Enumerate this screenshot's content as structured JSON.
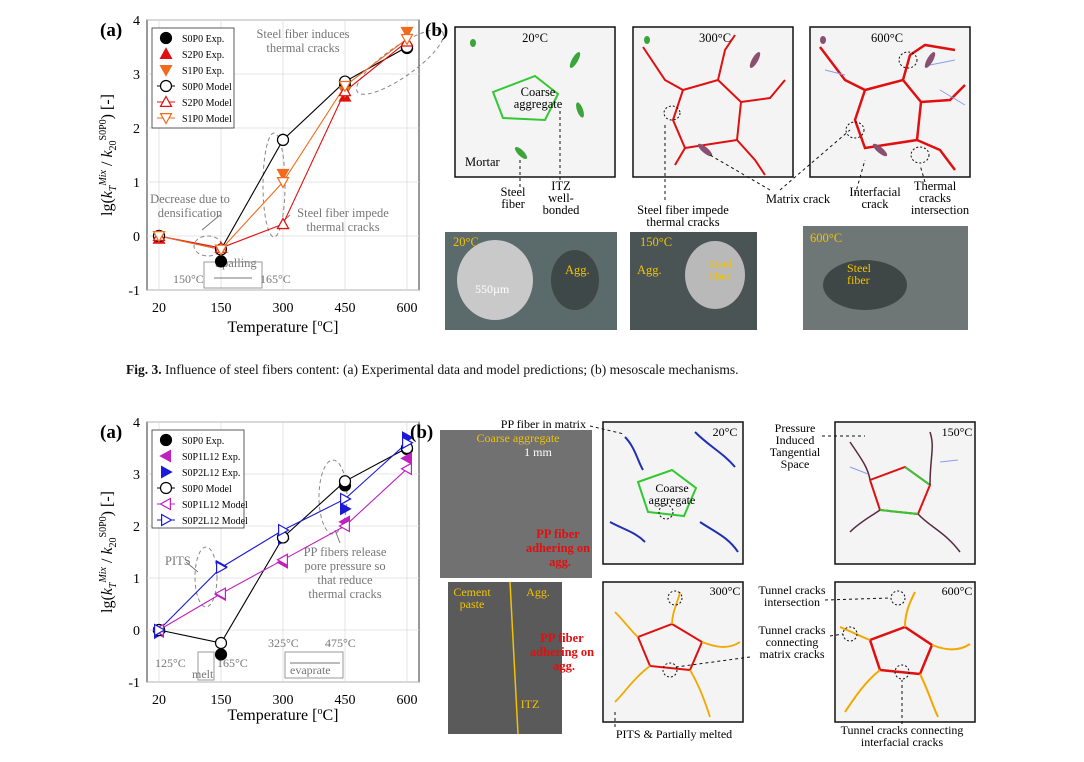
{
  "figure3": {
    "panel_a_label": "(a)",
    "panel_b_label": "(b)",
    "caption_label": "Fig. 3.",
    "caption_text": "Influence of steel fibers content: (a) Experimental data and model predictions; (b) mesoscale mechanisms.",
    "legend": [
      "S0P0 Exp.",
      "S2P0 Exp.",
      "S1P0 Exp.",
      "S0P0 Model",
      "S2P0 Model",
      "S1P0 Model"
    ],
    "annotations": {
      "induces": [
        "Steel fiber induces",
        "thermal cracks"
      ],
      "decrease": [
        "Decrease due to",
        "densification"
      ],
      "impede": [
        "Steel fiber impede",
        "thermal cracks"
      ],
      "spalling": "Spalling",
      "t150": "150°C",
      "t165": "165°C"
    },
    "ylabel": "lg(k_T^Mix / k_20^S0P0) [-]",
    "xlabel": "Temperature [°C]",
    "panel_b": {
      "temps": [
        "20°C",
        "300°C",
        "600°C"
      ],
      "coarse": [
        "Coarse",
        "aggregate"
      ],
      "mortar": "Mortar",
      "steel_fiber": [
        "Steel",
        "fiber"
      ],
      "itz": [
        "ITZ",
        "well-",
        "bonded"
      ],
      "impede": [
        "Steel fiber impede",
        "thermal cracks"
      ],
      "matrix_crack": "Matrix crack",
      "interfacial": [
        "Interfacial",
        "crack"
      ],
      "thermal": [
        "Thermal",
        "cracks",
        "intersection"
      ],
      "photo_labels": [
        "20°C",
        "550µm",
        "Agg.",
        "150°C",
        "Agg.",
        "Steel",
        "fiber",
        "600°C",
        "Steel",
        "fiber"
      ]
    }
  },
  "figure4": {
    "panel_a_label": "(a)",
    "panel_b_label": "(b)",
    "legend": [
      "S0P0 Exp.",
      "S0P1L12 Exp.",
      "S0P2L12 Exp.",
      "S0P0 Model",
      "S0P1L12 Model",
      "S0P2L12 Model"
    ],
    "annotations": {
      "pits": "PITS",
      "release": [
        "PP fibers release",
        "pore pressure so",
        "that reduce",
        "thermal cracks"
      ],
      "t125": "125°C",
      "t165": "165°C",
      "melt": "melt",
      "t325": "325°C",
      "t475": "475°C",
      "evaporate": "evaprate"
    },
    "ylabel": "lg(k_T^Mix / k_20^S0P0) [-]",
    "xlabel": "Temperature [°C]",
    "panel_b": {
      "pp_in_matrix": "PP fiber in matrix",
      "temps": [
        "20°C",
        "150°C",
        "300°C",
        "600°C"
      ],
      "coarse": [
        "Coarse",
        "aggregate"
      ],
      "pressure": [
        "Pressure",
        "Induced",
        "Tangential",
        "Space"
      ],
      "sem1": [
        "Coarse aggregate",
        "1 mm",
        "PP fiber",
        "adhering on",
        "agg."
      ],
      "sem2": [
        "Cement",
        "paste",
        "Agg.",
        "PP fiber",
        "adhering on",
        "agg.",
        "ITZ"
      ],
      "tunnel1": [
        "Tunnel cracks",
        "intersection"
      ],
      "tunnel2": [
        "Tunnel cracks",
        "connecting",
        "matrix cracks"
      ],
      "pits": "PITS & Partially melted",
      "tunnel3": [
        "Tunnel cracks connecting",
        "interfacial cracks"
      ]
    }
  },
  "chart_data": [
    {
      "type": "line",
      "title": "",
      "xlabel": "Temperature [°C]",
      "ylabel": "lg(k_T^Mix / k_20^S0P0) [-]",
      "categories": [
        "20",
        "150",
        "300",
        "450",
        "600"
      ],
      "ylim": [
        -1,
        4
      ],
      "series": [
        {
          "name": "S0P0 Exp.",
          "values": [
            0,
            -0.47,
            1.78,
            2.78,
            3.48
          ],
          "color": "#000000",
          "marker": "circle-filled"
        },
        {
          "name": "S2P0 Exp.",
          "values": [
            -0.05,
            -0.22,
            0.22,
            2.58,
            3.55
          ],
          "color": "#e01010",
          "marker": "triangle-up-filled"
        },
        {
          "name": "S1P0 Exp.",
          "values": [
            0,
            -0.25,
            1.15,
            2.68,
            3.78
          ],
          "color": "#f26b1d",
          "marker": "triangle-down-filled"
        },
        {
          "name": "S0P0 Model",
          "values": [
            0,
            -0.25,
            1.78,
            2.86,
            3.5
          ],
          "color": "#000000",
          "marker": "circle-open"
        },
        {
          "name": "S2P0 Model",
          "values": [
            0,
            -0.22,
            0.22,
            2.68,
            3.6
          ],
          "color": "#e01010",
          "marker": "triangle-up-open"
        },
        {
          "name": "S1P0 Model",
          "values": [
            0,
            -0.25,
            1.0,
            2.78,
            3.65
          ],
          "color": "#f26b1d",
          "marker": "triangle-down-open"
        }
      ]
    },
    {
      "type": "line",
      "title": "",
      "xlabel": "Temperature [°C]",
      "ylabel": "lg(k_T^Mix / k_20^S0P0) [-]",
      "categories": [
        "20",
        "150",
        "300",
        "450",
        "600"
      ],
      "ylim": [
        -1,
        4
      ],
      "series": [
        {
          "name": "S0P0 Exp.",
          "values": [
            0,
            -0.47,
            1.78,
            2.78,
            3.48
          ],
          "color": "#000000",
          "marker": "circle-filled"
        },
        {
          "name": "S0P1L12 Exp.",
          "values": [
            -0.03,
            0.68,
            1.3,
            2.08,
            3.3
          ],
          "color": "#c020c0",
          "marker": "triangle-left-filled"
        },
        {
          "name": "S0P2L12 Exp.",
          "values": [
            -0.05,
            1.22,
            1.75,
            2.33,
            3.7
          ],
          "color": "#1a1ad8",
          "marker": "triangle-right-filled"
        },
        {
          "name": "S0P0 Model",
          "values": [
            0,
            -0.25,
            1.78,
            2.86,
            3.5
          ],
          "color": "#000000",
          "marker": "circle-open"
        },
        {
          "name": "S0P1L12 Model",
          "values": [
            0,
            0.7,
            1.35,
            2.0,
            3.1
          ],
          "color": "#c020c0",
          "marker": "triangle-left-open"
        },
        {
          "name": "S0P2L12 Model",
          "values": [
            0,
            1.2,
            1.92,
            2.52,
            3.6
          ],
          "color": "#1a1ad8",
          "marker": "triangle-right-open"
        }
      ]
    }
  ]
}
